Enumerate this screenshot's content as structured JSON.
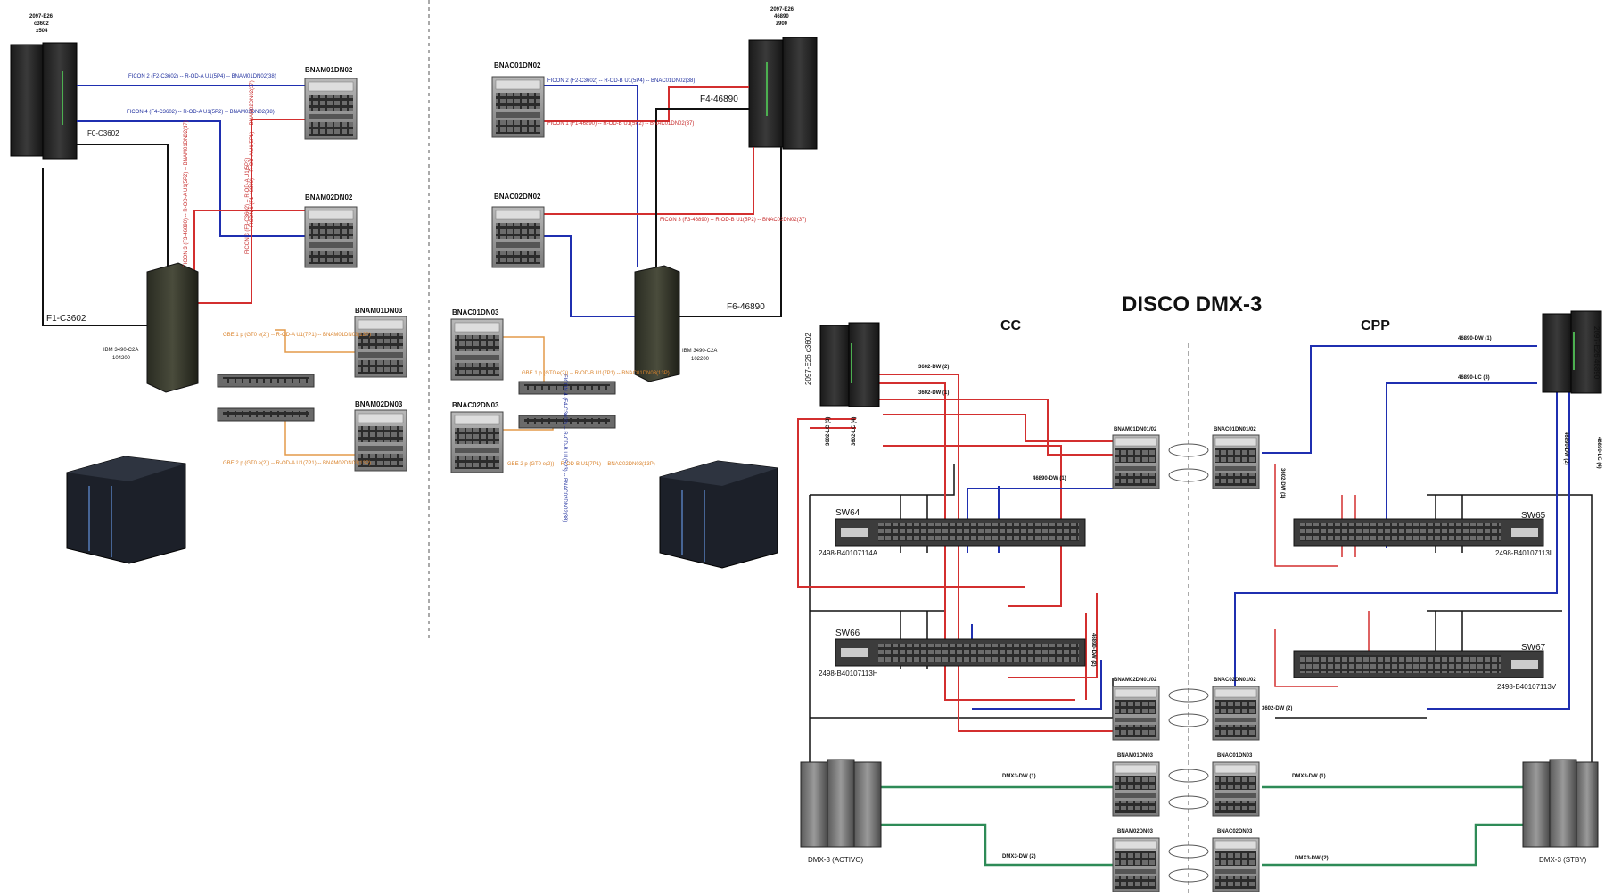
{
  "colors": {
    "red": "#d32f2f",
    "blue": "#1f2fb0",
    "black": "#111111",
    "green": "#2e8b57",
    "orange": "#e39a4a"
  },
  "left_panel": {
    "mainframe_a": {
      "line1": "2097-E26",
      "line2": "c3602",
      "line3": "x504"
    },
    "mainframe_b": {
      "line1": "2097-E26",
      "line2": "46890",
      "line3": "z900"
    },
    "conn_f0": "F0-C3602",
    "conn_f1": "F1-C3602",
    "conn_f4": "F4-46890",
    "conn_f6": "F6-46890",
    "ficon2_a": "FICON 2 (F2-C3602) -- R-OD-A U1(5P4) -- BNAM01DN02(38)",
    "ficon4_a": "FICON 4 (F4-C3602) -- R-OD-A U1(5P2) -- BNAM02DN02(38)",
    "ficon2_b": "FICON 2 (F2-C3602) -- R-OD-B U1(5P4) -- BNAC01DN02(38)",
    "ficon1_b": "FICON 1 (F1-46890) -- R-OD-B U1(5P2) -- BNAC01DN02(37)",
    "ficon3_b": "FICON 3 (F3-46890) -- R-OD-B U1(5P2) -- BNAC02DN02(37)",
    "vert_a1": "FICON 3 (F3-46890) -- R-OD-A U1(5P2) -- BNAM01DN02(37)",
    "vert_a2": "FICON 1 (F1-46890) -- R-OD-A U1(5P1) -- BNAM02DN02(37)",
    "vert_a3": "FICON 3 (F3-C3602) -- R-OD-A U1(5P3)",
    "vert_b1": "FICON 4 (F4-C3602) -- R-OD-B U1(5P3) -- BNAC02DN02(38)",
    "ibm_a": {
      "line1": "IBM 3490-C2A",
      "line2": "104200"
    },
    "ibm_b": {
      "line1": "IBM 3490-C2A",
      "line2": "102200"
    },
    "bnam01dn02": "BNAM01DN02",
    "bnam02dn02": "BNAM02DN02",
    "bnam01dn03": "BNAM01DN03",
    "bnam02dn03": "BNAM02DN03",
    "bnac01dn02": "BNAC01DN02",
    "bnac02dn02": "BNAC02DN02",
    "bnac01dn03": "BNAC01DN03",
    "bnac02dn03": "BNAC02DN03",
    "gbe1_a": "GBE 1 p (GT0 e(2)) -- R-OD-A U1(7P1) -- BNAM01DN03(13P)",
    "gbe2_a": "GBE 2 p (GT0 e(2)) -- R-OD-A U1(7P1) -- BNAM02DN03(13P)",
    "gbe1_b": "GBE 1 p (GT0 e(2)) -- R-OD-B U1(7P1) -- BNAC01DN03(13P)",
    "gbe2_b": "GBE 2 p (GT0 e(2)) -- R-OD-B U1(7P1) -- BNAC02DN03(13P)"
  },
  "right_panel": {
    "title": "DISCO DMX-3",
    "cc": "CC",
    "cpp": "CPP",
    "mf_left": "2097-E26 c3602",
    "mf_right": "2097-E26 46890",
    "dw2_3602": "3602-DW (2)",
    "dw1_3602": "3602-DW (1)",
    "lc3_3602": "3602-LC (3)",
    "lc4_3602": "3602-LC (4)",
    "dw1_46890": "46890-DW (1)",
    "lc3_46890": "46890-LC (3)",
    "dw2_46890_v": "46890-DW (2)",
    "lc4_46890_v": "46890-LC (4)",
    "dw1_46890_mid": "46890-DW (1)",
    "dw2_46890_mid": "46890-DW (2)",
    "dw1_3602_v": "3602-DW (1)",
    "dw2_3602_r": "3602-DW (2)",
    "sw64": "SW64",
    "sw65": "SW65",
    "sw66": "SW66",
    "sw67": "SW67",
    "sw64_sn": "2498-B40107114A",
    "sw65_sn": "2498-B40107113L",
    "sw66_sn": "2498-B40107113H",
    "sw67_sn": "2498-B40107113V",
    "bnam0102": "BNAM01DN01/02",
    "bnac0102": "BNAC01DN01/02",
    "bnam0202": "BNAM02DN01/02",
    "bnac0202": "BNAC02DN01/02",
    "bnam01dn03": "BNAM01DN03",
    "bnac01dn03": "BNAC01DN03",
    "bnam02dn03": "BNAM02DN03",
    "bnac02dn03": "BNAC02DN03",
    "dmx_dw1_l": "DMX3-DW (1)",
    "dmx_dw2_l": "DMX3-DW (2)",
    "dmx_dw1_r": "DMX3-DW (1)",
    "dmx_dw2_r": "DMX3-DW (2)",
    "dmx_activo": "DMX-3 (ACTIVO)",
    "dmx_stby": "DMX-3 (STBY)"
  }
}
